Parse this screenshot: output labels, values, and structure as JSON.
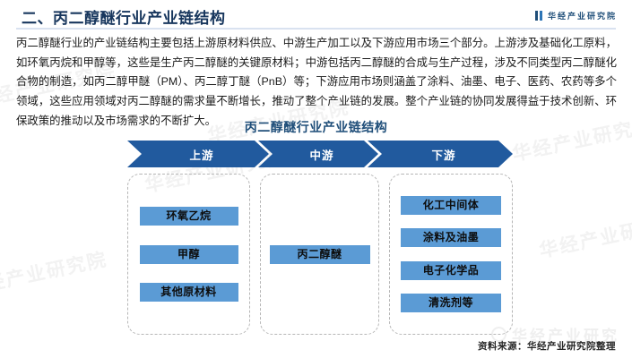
{
  "header": {
    "title": "二、丙二醇醚行业产业链结构",
    "logo_text": "华经产业研究院",
    "logo_icon": "bracket-bars-icon"
  },
  "body": {
    "paragraph": "丙二醇醚行业的产业链结构主要包括上游原材料供应、中游生产加工以及下游应用市场三个部分。上游涉及基础化工原料，如环氧丙烷和甲醇等，这些是生产丙二醇醚的关键原材料；中游包括丙二醇醚的合成与生产过程，涉及不同类型丙二醇醚化合物的制造，如丙二醇甲醚（PM）、丙二醇丁醚（PnB）等；下游应用市场则涵盖了涂料、油墨、电子、医药、农药等多个领域，这些应用领域对丙二醇醚的需求量不断增长，推动了整个产业链的发展。整个产业链的协同发展得益于技术创新、环保政策的推动以及市场需求的不断扩大。"
  },
  "chart_data": {
    "type": "diagram",
    "title": "丙二醇醚行业产业链结构",
    "stages": [
      {
        "label": "上游",
        "nodes": [
          "环氧乙烷",
          "甲醇",
          "其他原材料"
        ]
      },
      {
        "label": "中游",
        "nodes": [
          "丙二醇醚"
        ]
      },
      {
        "label": "下游",
        "nodes": [
          "化工中间体",
          "涂料及油墨",
          "电子化学品",
          "清洗剂等"
        ]
      }
    ],
    "colors": {
      "banner": "#215a9e",
      "node": "#5b9bd5",
      "title": "#1f4e79",
      "panel_border": "#b6b6b6"
    }
  },
  "footer": {
    "source": "资料来源：华经产业研究院整理",
    "watermark": "华经产业研究"
  },
  "watermarks": {
    "w1": "华经产业研究院",
    "w2": "华经产业研究院",
    "w3": "华经产业研究院",
    "w4": "华经产业研究院",
    "w5": "华经产业研究院",
    "w6": "华经产业研究院"
  }
}
